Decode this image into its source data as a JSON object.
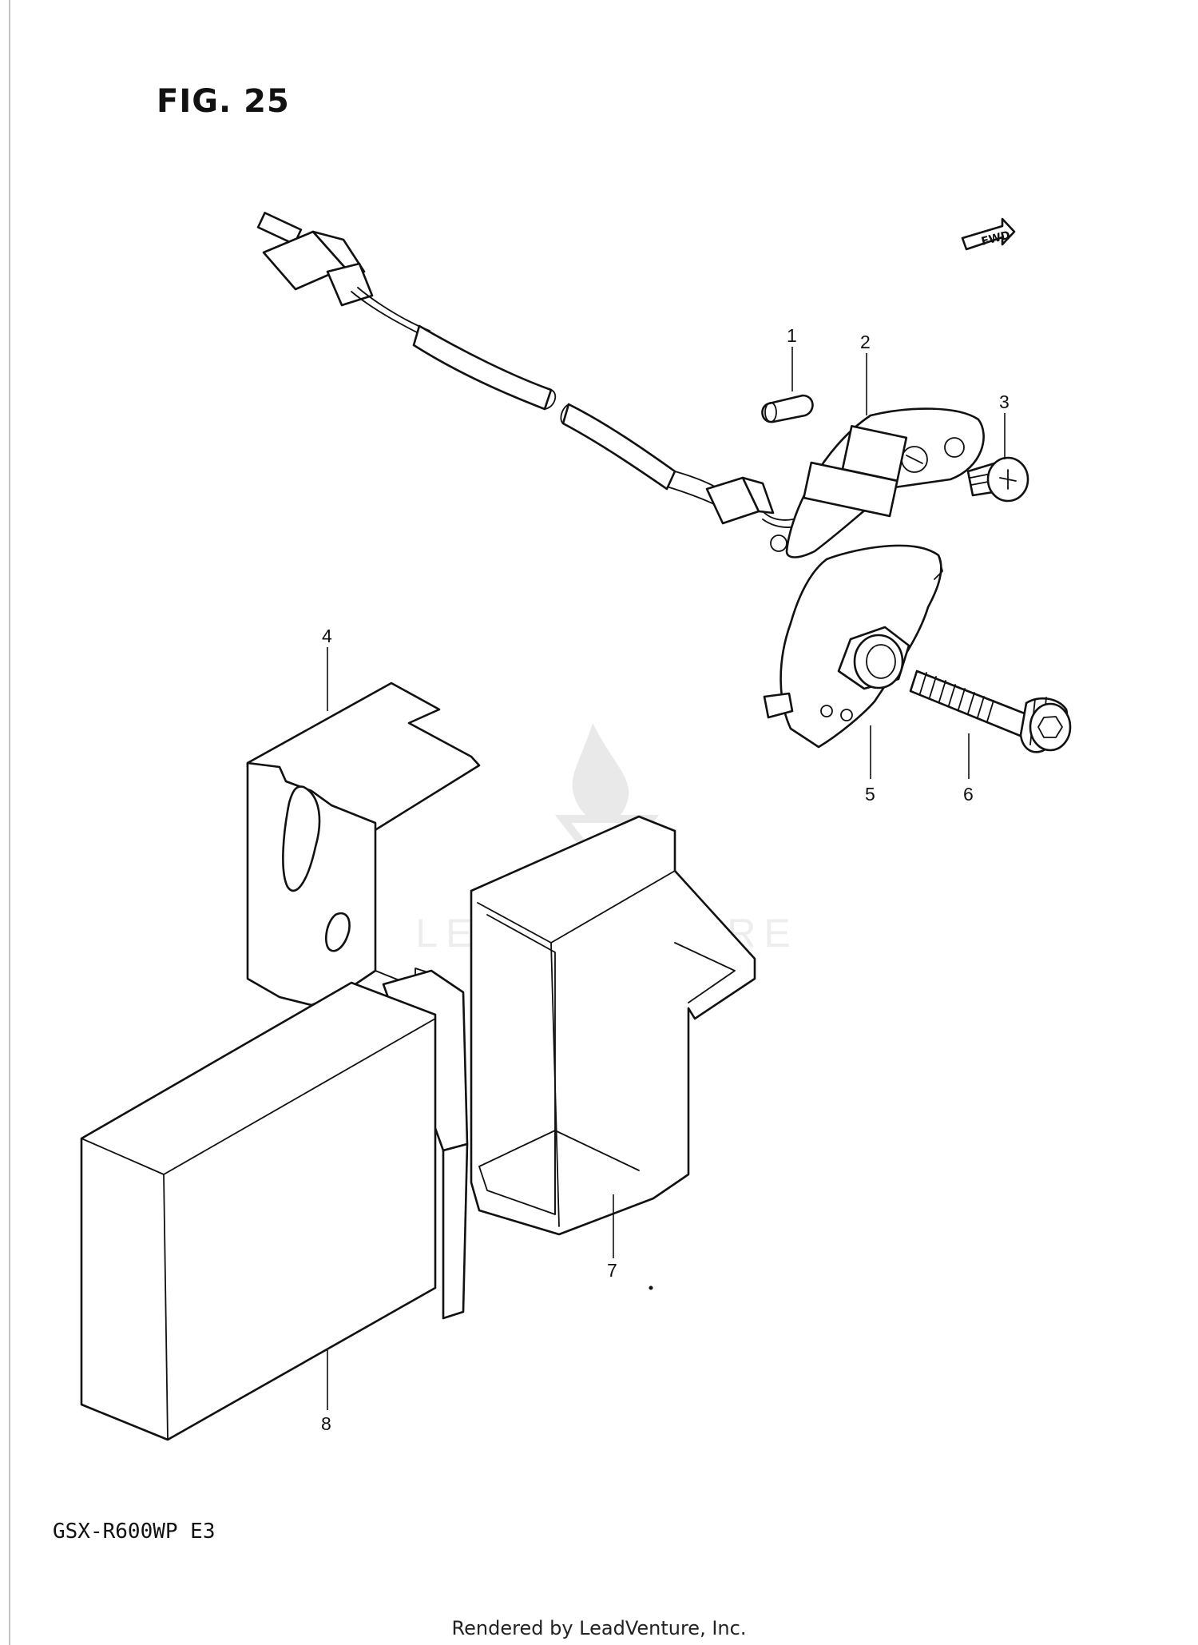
{
  "figure": {
    "title": "FIG. 25",
    "model_code": "GSX-R600WP  E3",
    "credit": "Rendered by LeadVenture, Inc.",
    "watermark_text": "LEADVENTURE",
    "fwd_label": "FWD"
  },
  "callouts": [
    "1",
    "2",
    "3",
    "4",
    "5",
    "6",
    "7",
    "8"
  ],
  "colors": {
    "line": "#111111",
    "watermark": "#d8d8d8",
    "background": "#ffffff"
  }
}
